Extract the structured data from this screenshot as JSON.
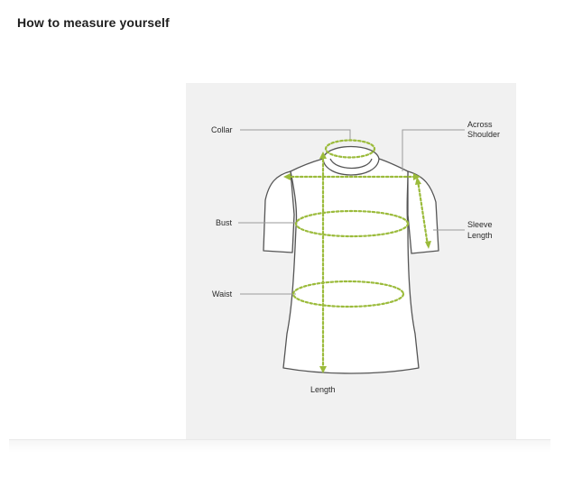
{
  "page": {
    "title": "How to measure yourself"
  },
  "diagram": {
    "labels": {
      "collar": "Collar",
      "across_shoulder_line1": "Across",
      "across_shoulder_line2": "Shoulder",
      "bust": "Bust",
      "sleeve_length_line1": "Sleeve",
      "sleeve_length_line2": "Length",
      "waist": "Waist",
      "length": "Length"
    },
    "colors": {
      "panel_background": "#f1f1f1",
      "garment_fill": "#ffffff",
      "garment_outline": "#555555",
      "measure_guide": "#9bbb3b",
      "leader_line": "#9a9a9a"
    }
  }
}
